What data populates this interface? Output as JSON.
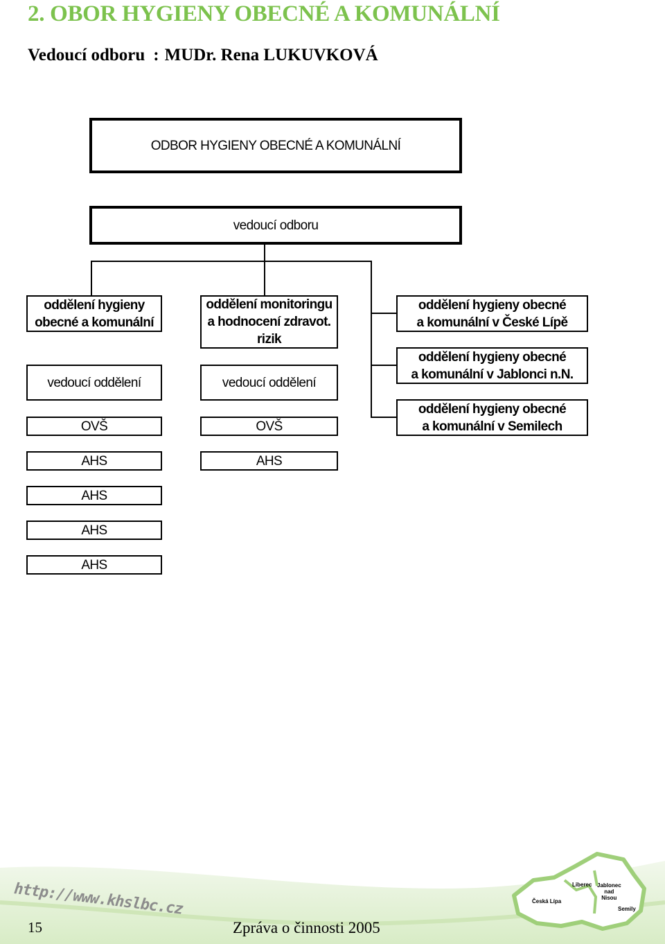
{
  "header": {
    "title": "2. OBOR HYGIENY OBECNÉ A KOMUNÁLNÍ",
    "head_label": "Vedoucí odboru",
    "head_separator": ":",
    "head_name": "MUDr. Rena LUKUVKOVÁ"
  },
  "org": {
    "top": "ODBOR HYGIENY OBECNÉ A KOMUNÁLNÍ",
    "head": "vedoucí odboru",
    "col1": {
      "dept": "oddělení hygieny\nobecné a komunální",
      "lead": "vedoucí oddělení",
      "units": [
        "OVŠ",
        "AHS",
        "AHS",
        "AHS",
        "AHS"
      ]
    },
    "col2": {
      "dept": "oddělení monitoringu\na hodnocení zdravot.\nrizik",
      "lead": "vedoucí oddělení",
      "units": [
        "OVŠ",
        "AHS"
      ]
    },
    "col3": {
      "branches": [
        "oddělení hygieny obecné\na komunální v České Lípě",
        "oddělení hygieny obecné\na komunální v Jablonci n.N.",
        "oddělení hygieny obecné\na komunální v Semilech"
      ]
    }
  },
  "footer": {
    "page_number": "15",
    "report_title": "Zpráva o činnosti 2005",
    "url": "http://www.khslbc.cz",
    "map_labels": [
      "Liberec",
      "Česká Lípa",
      "Jablonec\nnad\nNisou",
      "Semily"
    ],
    "accent_color": "#7cc24d"
  }
}
